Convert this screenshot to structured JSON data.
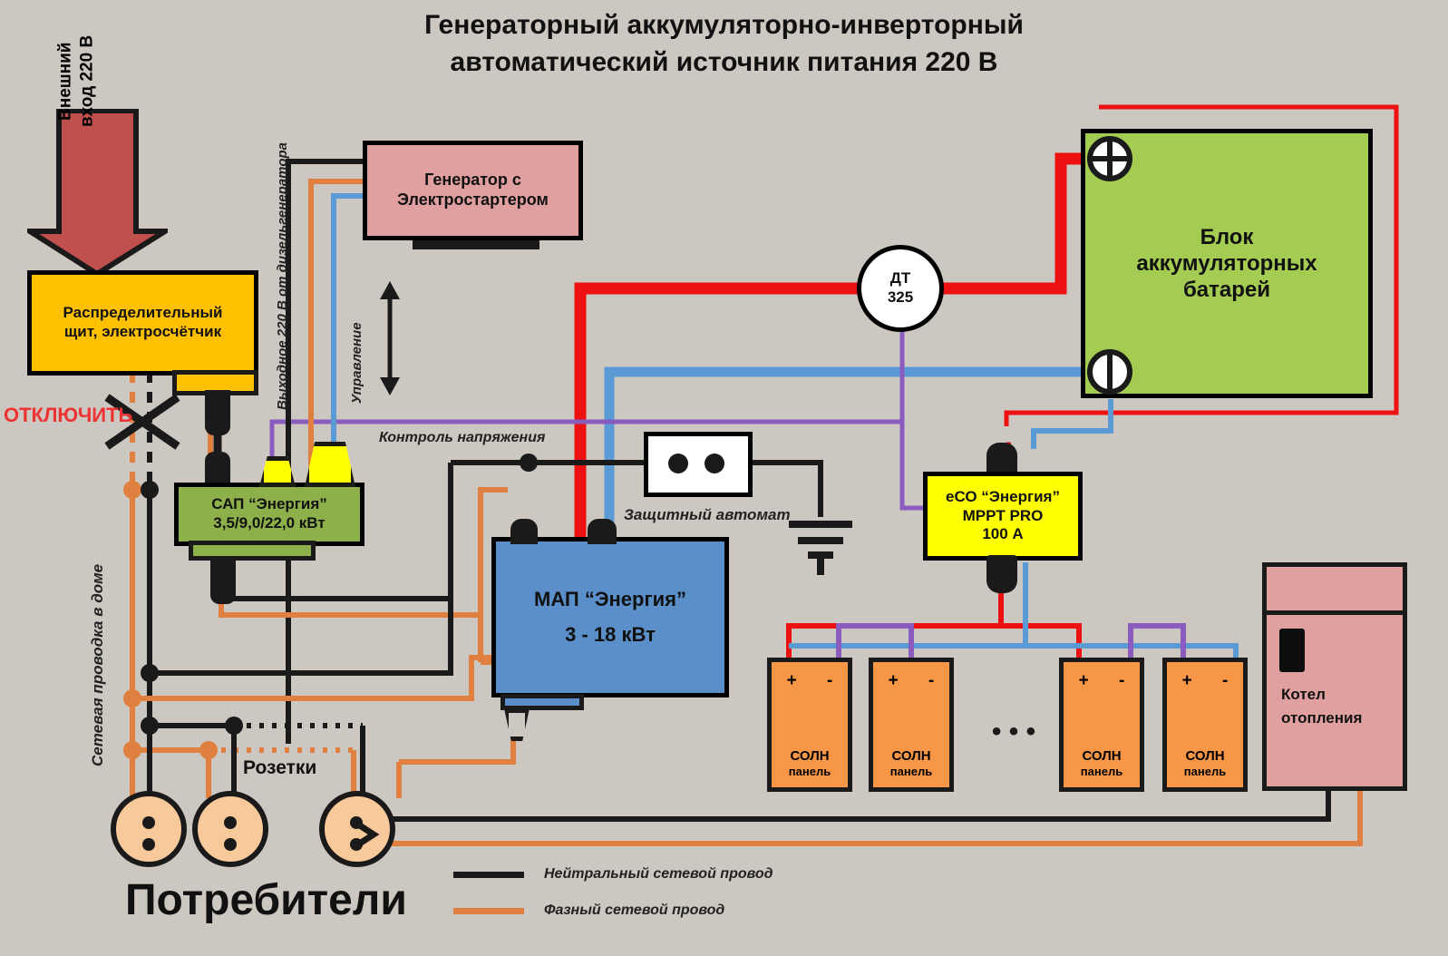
{
  "title": {
    "line1": "Генераторный аккумуляторно-инверторный",
    "line2": "автоматический источник питания 220 В"
  },
  "blocks": {
    "external_input": {
      "label": "Внешний\nвход 220 В",
      "color": "#c0504d"
    },
    "distribution_panel": {
      "line1": "Распределительный",
      "line2": "щит, электросчётчик",
      "color": "#ffc000"
    },
    "generator": {
      "line1": "Генератор с",
      "line2": "Электростартером",
      "color": "#e0a0a0"
    },
    "sap": {
      "line1": "САП “Энергия”",
      "line2": "3,5/9,0/22,0  кВт",
      "color": "#8db04a"
    },
    "map": {
      "line1": "МАП “Энергия”",
      "line2": "3 - 18 кВт",
      "color": "#5b8fc9"
    },
    "battery_block": {
      "line1": "Блок",
      "line2": "аккумуляторных",
      "line3": "батарей",
      "color": "#a5cc52"
    },
    "mppt": {
      "line1": "еСО “Энергия”",
      "line2": "MPPT PRO",
      "line3": "100 А",
      "color": "#ffff00"
    },
    "boiler": {
      "line1": "Котел",
      "line2": "отопления",
      "color": "#e0a0a0"
    },
    "breaker": {
      "label": "Защитный автомат",
      "color": "#ffffff"
    },
    "dt": {
      "line1": "ДТ",
      "line2": "325",
      "color": "#ffffff"
    }
  },
  "annotations": {
    "disconnect": "ОТКЛЮЧИТЬ",
    "home_wiring": "Сетевая проводка в доме",
    "gen_output": "Выходное 220 В от дизельгенератора",
    "control": "Управление",
    "voltage_control": "Контроль напряжения",
    "sockets": "Розетки",
    "consumers": "Потребители"
  },
  "solar_panels": [
    {
      "plus": "+",
      "minus": "-",
      "line1": "СОЛН",
      "line2": "панель"
    },
    {
      "plus": "+",
      "minus": "-",
      "line1": "СОЛН",
      "line2": "панель"
    },
    {
      "plus": "+",
      "minus": "-",
      "line1": "СОЛН",
      "line2": "панель"
    },
    {
      "plus": "+",
      "minus": "-",
      "line1": "СОЛН",
      "line2": "панель"
    }
  ],
  "solar_ellipsis": "•  •  •",
  "legend": [
    {
      "label": "Нейтральный сетевой провод",
      "color": "#1a1a1a"
    },
    {
      "label": "Фазный сетевой провод",
      "color": "#e08040"
    }
  ],
  "colors": {
    "background": "#ccc7c0",
    "neutral_wire": "#1a1a1a",
    "phase_wire": "#e08040",
    "dc_plus": "#ee1111",
    "dc_minus": "#5b9bd5",
    "control_wire": "#8a5cc0",
    "socket_face": "#f8c99a",
    "panel_color": "#f79646"
  }
}
